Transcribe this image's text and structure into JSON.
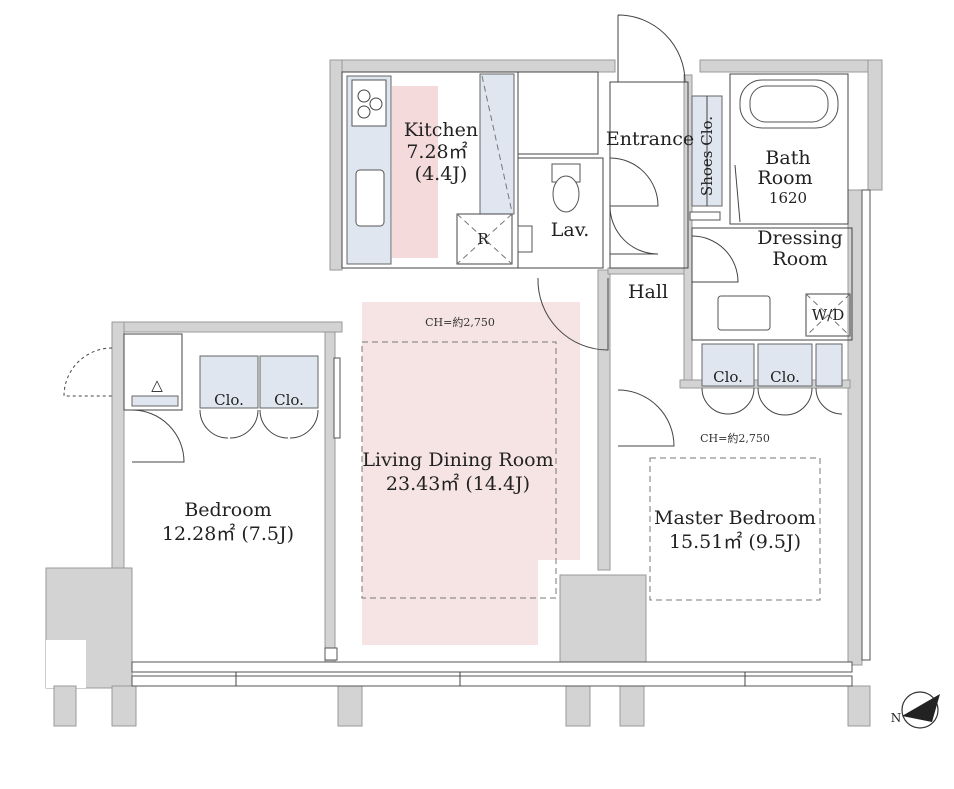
{
  "rooms": {
    "kitchen": {
      "name": "Kitchen",
      "area": "7.28㎡",
      "tatami": "(4.4J)"
    },
    "living": {
      "name": "Living Dining Room",
      "area": "23.43㎡ (14.4J)",
      "ceiling": "CH=約2,750"
    },
    "bedroom": {
      "name": "Bedroom",
      "area": "12.28㎡ (7.5J)"
    },
    "master": {
      "name": "Master Bedroom",
      "area": "15.51㎡ (9.5J)",
      "ceiling": "CH=約2,750"
    },
    "bath": {
      "name1": "Bath",
      "name2": "Room",
      "size": "1620"
    },
    "dressing": {
      "name1": "Dressing",
      "name2": "Room"
    },
    "hall": {
      "name": "Hall"
    },
    "entrance": {
      "name": "Entrance"
    },
    "lav": {
      "name": "Lav."
    }
  },
  "labels": {
    "shoes_closet": "Shoes Clo.",
    "closet": "Clo.",
    "washer": "W/D",
    "refrigerator": "R",
    "triangle": "△"
  },
  "colors": {
    "wall": "#d3d3d3",
    "tint": "#f6e4e4",
    "closet": "#dfe6ef"
  },
  "icons": {
    "compass": "north-compass-icon"
  }
}
